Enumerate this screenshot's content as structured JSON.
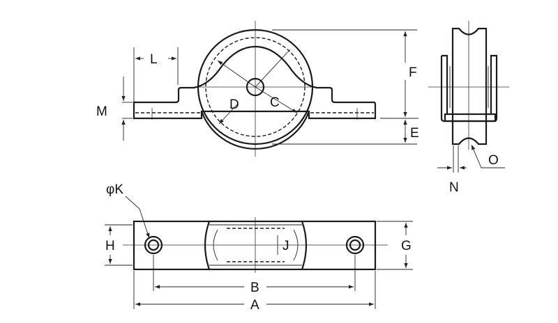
{
  "labels": {
    "L": "L",
    "M": "M",
    "D": "D",
    "C": "C",
    "F": "F",
    "E": "E",
    "O": "O",
    "N": "N",
    "K": "φK",
    "H": "H",
    "J": "J",
    "G": "G",
    "B": "B",
    "A": "A"
  },
  "colors": {
    "line": "#1a1a1a",
    "background": "#ffffff"
  }
}
